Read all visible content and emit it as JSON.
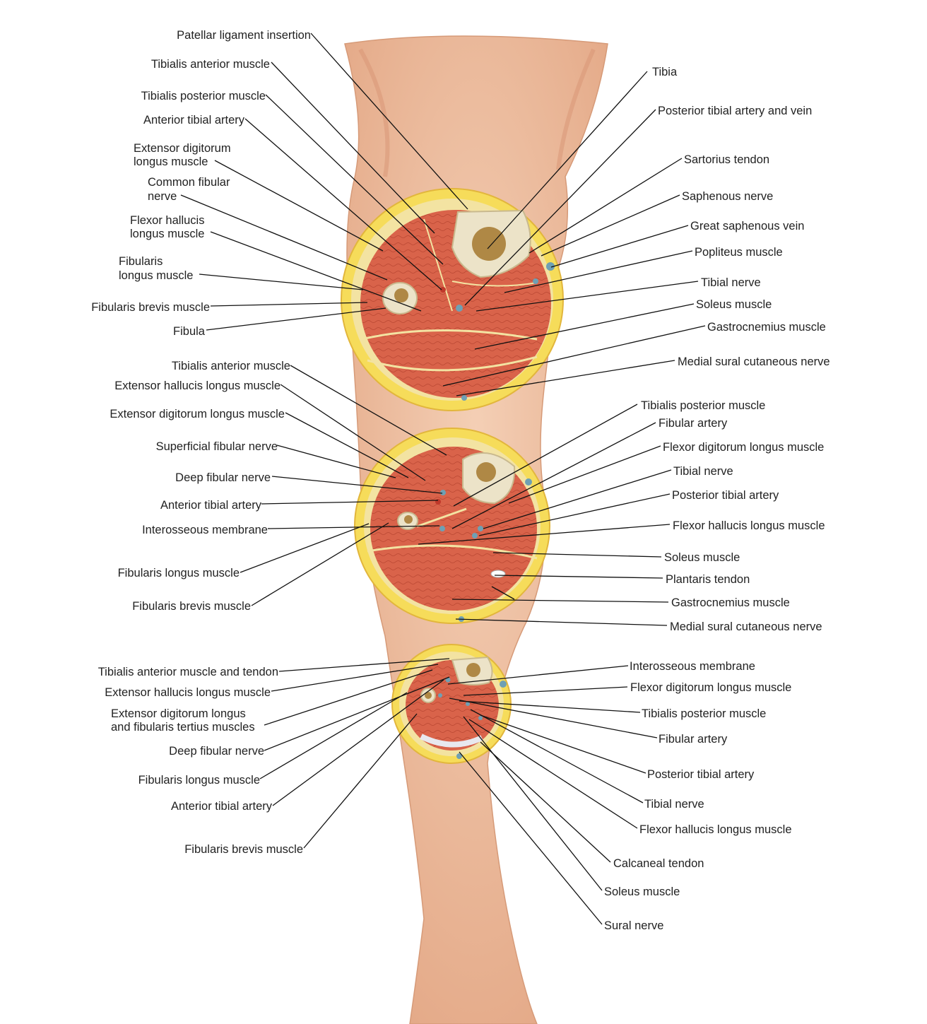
{
  "labels": {
    "patellar_ligament_insertion": "Patellar ligament insertion",
    "tibialis_anterior_1": "Tibialis anterior muscle",
    "tibialis_posterior_1": "Tibialis posterior muscle",
    "anterior_tibial_artery_1": "Anterior tibial artery",
    "ext_dig_longus_1a": "Extensor digitorum",
    "ext_dig_longus_1b": "longus muscle",
    "common_fibular_a": "Common fibular",
    "common_fibular_b": "nerve",
    "flex_hall_1a": "Flexor hallucis",
    "flex_hall_1b": "longus muscle",
    "fib_longus_1a": "Fibularis",
    "fib_longus_1b": "longus muscle",
    "fib_brevis_1": "Fibularis brevis muscle",
    "fibula": "Fibula",
    "tibia": "Tibia",
    "post_tib_art_vein": "Posterior tibial artery and vein",
    "sartorius_tendon": "Sartorius tendon",
    "saphenous_nerve": "Saphenous nerve",
    "great_saphenous_vein": "Great saphenous vein",
    "popliteus": "Popliteus muscle",
    "tibial_nerve_1": "Tibial nerve",
    "soleus_1": "Soleus muscle",
    "gastrocnemius_1": "Gastrocnemius muscle",
    "medial_sural_1": "Medial sural cutaneous nerve",
    "tibialis_anterior_2": "Tibialis anterior muscle",
    "ext_hall_2": "Extensor hallucis longus muscle",
    "ext_dig_2": "Extensor digitorum longus muscle",
    "sup_fibular_nerve": "Superficial fibular nerve",
    "deep_fibular_2": "Deep fibular nerve",
    "anterior_tibial_artery_2": "Anterior tibial artery",
    "interosseous_2": "Interosseous membrane",
    "fib_longus_2": "Fibularis longus muscle",
    "fib_brevis_2": "Fibularis brevis muscle",
    "tib_post_2": "Tibialis posterior muscle",
    "fibular_artery_2": "Fibular artery",
    "flex_dig_2": "Flexor digitorum longus muscle",
    "tibial_nerve_2": "Tibial nerve",
    "post_tib_artery_2": "Posterior tibial artery",
    "flex_hall_2": "Flexor hallucis longus muscle",
    "soleus_2": "Soleus muscle",
    "plantaris_tendon": "Plantaris tendon",
    "gastrocnemius_2": "Gastrocnemius muscle",
    "medial_sural_2": "Medial sural cutaneous nerve",
    "tib_ant_tendon_3": "Tibialis anterior muscle and tendon",
    "ext_hall_3": "Extensor hallucis longus muscle",
    "ext_dig_3a": "Extensor digitorum longus",
    "ext_dig_3b": "and fibularis tertius muscles",
    "deep_fibular_3": "Deep fibular nerve",
    "fib_longus_3": "Fibularis longus muscle",
    "anterior_tibial_artery_3": "Anterior tibial artery",
    "fib_brevis_3": "Fibularis brevis muscle",
    "interosseous_3": "Interosseous membrane",
    "flex_dig_3": "Flexor digitorum longus muscle",
    "tib_post_3": "Tibialis posterior muscle",
    "fibular_artery_3": "Fibular artery",
    "post_tib_artery_3": "Posterior tibial artery",
    "tibial_nerve_3": "Tibial nerve",
    "flex_hall_3": "Flexor hallucis longus muscle",
    "calcaneal_tendon": "Calcaneal tendon",
    "soleus_3": "Soleus muscle",
    "sural_nerve": "Sural nerve"
  },
  "colors": {
    "skin": "#f0c2a3",
    "skin_shade": "#d99a78",
    "fat": "#f6dc5a",
    "muscle": "#d9634a",
    "bone": "#ece3c8",
    "marrow": "#a5782e",
    "vessel": "#6fa0b4",
    "leader": "#111111"
  }
}
